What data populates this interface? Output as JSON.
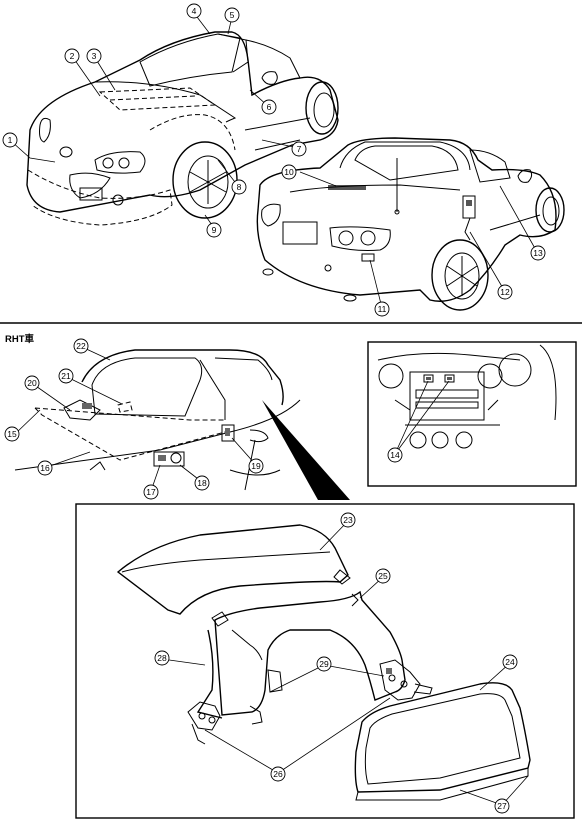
{
  "section_label": "RHT車",
  "callouts": [
    "1",
    "2",
    "3",
    "4",
    "5",
    "6",
    "7",
    "8",
    "9",
    "10",
    "11",
    "12",
    "13",
    "14",
    "15",
    "16",
    "17",
    "18",
    "19",
    "20",
    "21",
    "22",
    "23",
    "24",
    "25",
    "26",
    "27",
    "28",
    "29"
  ]
}
